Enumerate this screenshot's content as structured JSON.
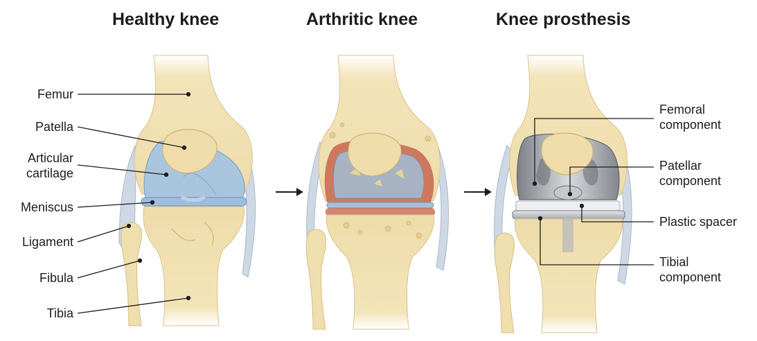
{
  "titles": {
    "healthy": "Healthy knee",
    "arthritic": "Arthritic knee",
    "prosthesis": "Knee prosthesis"
  },
  "healthy_labels": {
    "femur": "Femur",
    "patella": "Patella",
    "articular_cartilage_1": "Articular",
    "articular_cartilage_2": "cartilage",
    "meniscus": "Meniscus",
    "ligament": "Ligament",
    "fibula": "Fibula",
    "tibia": "Tibia"
  },
  "prosthesis_labels": {
    "femoral_component_1": "Femoral",
    "femoral_component_2": "component",
    "patellar_component_1": "Patellar",
    "patellar_component_2": "component",
    "plastic_spacer": "Plastic spacer",
    "tibial_component_1": "Tibial",
    "tibial_component_2": "component"
  },
  "colors": {
    "bone": "#f0dfae",
    "bone_shade": "#d9c48d",
    "cartilage": "#aac7df",
    "ligament": "#c9d6e3",
    "inflammation": "#c7664f",
    "metal": "#9a9da3",
    "metal_light": "#d8dadd",
    "spacer": "#ecedf0"
  }
}
